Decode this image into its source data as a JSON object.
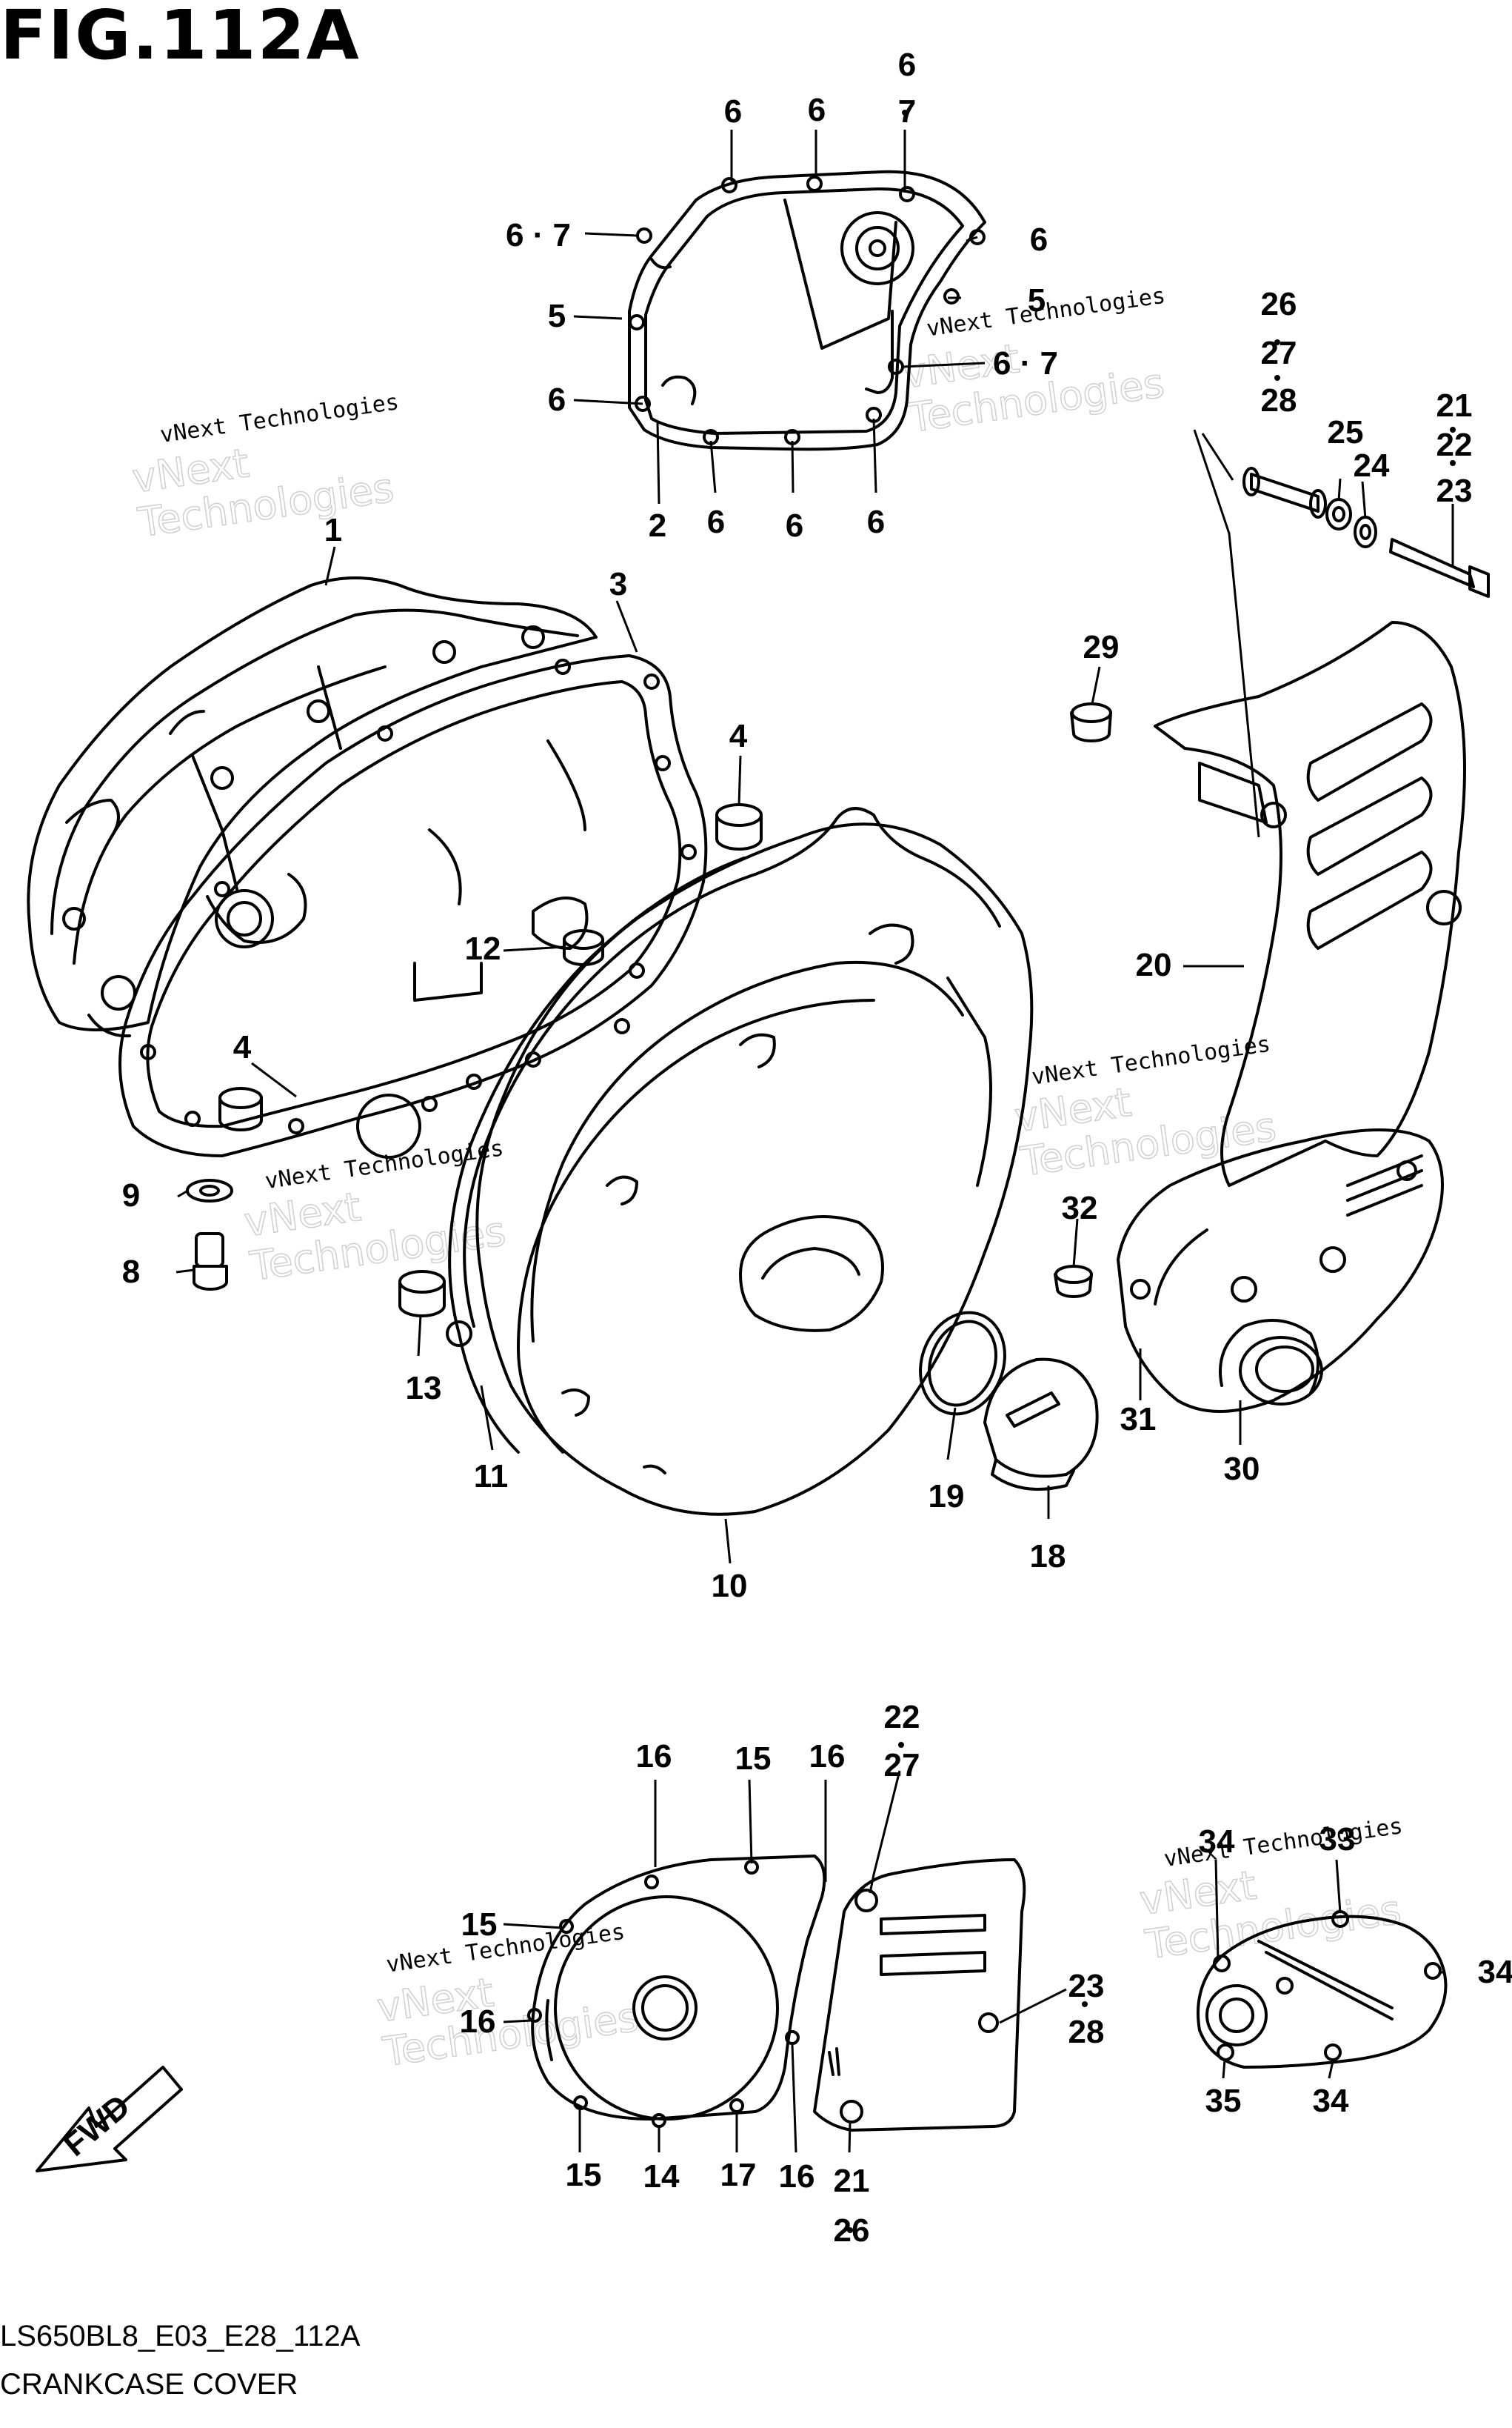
{
  "figure": {
    "title": "FIG.112A",
    "code": "LS650BL8_E03_E28_112A",
    "name": "CRANKCASE COVER"
  },
  "watermark": {
    "line1": "vNext Technologies",
    "line2": "vNext",
    "line3": "Technologies"
  },
  "fwd_label": "FWD",
  "callouts": {
    "c_6a": "6",
    "c_6b": "6",
    "c_6c": "6",
    "c_7c": "7",
    "c_67a": "6 · 7",
    "c_6d": "6",
    "c_5a": "5",
    "c_5b": "5",
    "c_67b": "6 · 7",
    "c_6e": "6",
    "c_2": "2",
    "c_6f": "6",
    "c_6g": "6",
    "c_6h": "6",
    "c_26a": "26",
    "c_27a": "27",
    "c_28a": "28",
    "c_25": "25",
    "c_24": "24",
    "c_21a": "21",
    "c_22a": "22",
    "c_23a": "23",
    "c_1": "1",
    "c_3": "3",
    "c_4a": "4",
    "c_29": "29",
    "c_12": "12",
    "c_4b": "4",
    "c_20": "20",
    "c_9": "9",
    "c_8": "8",
    "c_32": "32",
    "c_13": "13",
    "c_11": "11",
    "c_31": "31",
    "c_30": "30",
    "c_19": "19",
    "c_18": "18",
    "c_10": "10",
    "c_22b": "22",
    "c_27b": "27",
    "c_16a": "16",
    "c_15a": "15",
    "c_16b": "16",
    "c_34a": "34",
    "c_33": "33",
    "c_15b": "15",
    "c_34b": "34",
    "c_16c": "16",
    "c_23b": "23",
    "c_28b": "28",
    "c_15c": "15",
    "c_14": "14",
    "c_17": "17",
    "c_16d": "16",
    "c_21b": "21",
    "c_26b": "26",
    "c_35": "35",
    "c_34c": "34"
  }
}
